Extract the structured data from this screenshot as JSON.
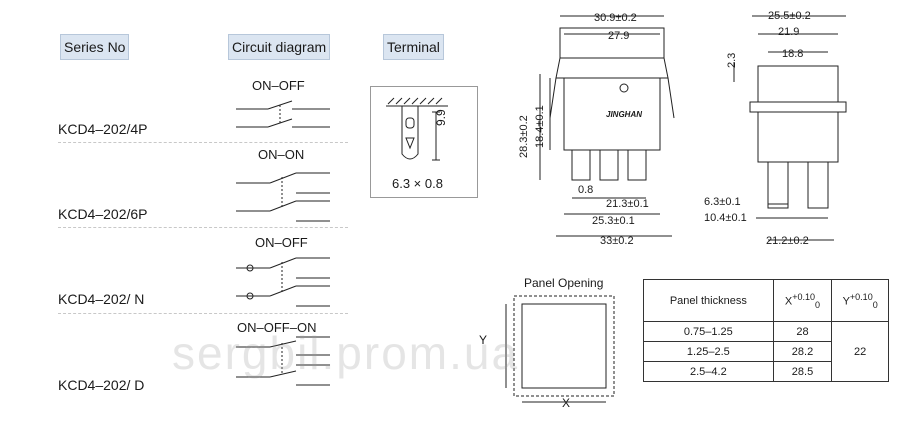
{
  "headers": {
    "series": "Series No",
    "circuit": "Circuit diagram",
    "terminal": "Terminal"
  },
  "rows": [
    {
      "model": "KCD4–202/4P",
      "circuit": "ON–OFF"
    },
    {
      "model": "KCD4–202/6P",
      "circuit": "ON–ON"
    },
    {
      "model": "KCD4–202/ N",
      "circuit": "ON–OFF"
    },
    {
      "model": "KCD4–202/ D",
      "circuit": "ON–OFF–ON"
    }
  ],
  "terminal": {
    "height": "9.9",
    "size": "6.3 × 0.8"
  },
  "front_view": {
    "width_outer": "30.9±0.2",
    "width_inner": "27.9",
    "height_total": "28.3±0.2",
    "height_body": "18.4±0.1",
    "thickness": "0.8",
    "pitch_1": "21.3±0.1",
    "pitch_2": "25.3±0.1",
    "width_base": "33±0.2",
    "brand": "JINGHAN"
  },
  "side_view": {
    "width_outer": "25.5±0.2",
    "width_mid": "21.9",
    "width_inner": "18.8",
    "top": "2.3",
    "term_width": "6.3±0.1",
    "term_gap": "10.4±0.1",
    "pitch": "21.2±0.2"
  },
  "panel": {
    "title": "Panel Opening",
    "x_label": "X",
    "y_label": "Y"
  },
  "table": {
    "col_thickness": "Panel thickness",
    "col_x": "X",
    "col_x_tol": "+0.10",
    "col_x_tol2": "0",
    "col_y": "Y",
    "col_y_tol": "+0.10",
    "col_y_tol2": "0",
    "rows": [
      {
        "thickness": "0.75–1.25",
        "x": "28"
      },
      {
        "thickness": "1.25–2.5",
        "x": "28.2"
      },
      {
        "thickness": "2.5–4.2",
        "x": "28.5"
      }
    ],
    "y_value": "22"
  },
  "watermark": "sergbil.prom.ua"
}
